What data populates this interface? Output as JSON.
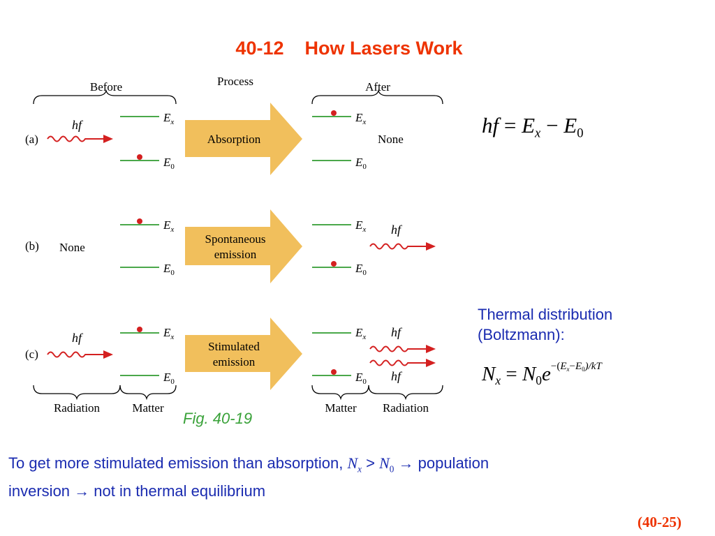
{
  "title": "40-12    How Lasers Work",
  "figure": {
    "headers": {
      "before": "Before",
      "process": "Process",
      "after": "After"
    },
    "rows": [
      {
        "tag": "(a)",
        "before_text": "hf",
        "process": [
          "Absorption"
        ],
        "after_text": "None"
      },
      {
        "tag": "(b)",
        "before_text": "None",
        "process": [
          "Spontaneous",
          "emission"
        ],
        "after_text": "hf"
      },
      {
        "tag": "(c)",
        "before_text": "hf",
        "process": [
          "Stimulated",
          "emission"
        ],
        "after_text": [
          "hf",
          "hf"
        ]
      }
    ],
    "level_labels": {
      "upper": "E",
      "upper_sub": "x",
      "lower": "E",
      "lower_sub": "0"
    },
    "footer_labels": {
      "left_radiation": "Radiation",
      "left_matter": "Matter",
      "right_matter": "Matter",
      "right_radiation": "Radiation"
    },
    "colors": {
      "arrow": "#f1bf5c",
      "level": "#4aa84a",
      "electron": "#d42020",
      "photon": "#d42020"
    }
  },
  "caption": "Fig. 40-19",
  "equations": {
    "absorption": {
      "lhs": "hf",
      "eq": "=",
      "t1": "E",
      "t1_sub": "x",
      "minus": "−",
      "t2": "E",
      "t2_sub": "0"
    },
    "boltzmann": {
      "lhs": "N",
      "lhs_sub": "x",
      "eq": "=",
      "rhs": "N",
      "rhs_sub": "0",
      "base": "e",
      "exp_open": "−(",
      "exp_e1": "E",
      "exp_e1_sub": "x",
      "exp_minus": "−",
      "exp_e2": "E",
      "exp_e2_sub": "0",
      "exp_close": ")/kT"
    }
  },
  "thermal_label": {
    "line1": "Thermal distribution",
    "line2": "(Boltzmann):"
  },
  "bottom_text": {
    "part1": "To get more stimulated emission than absorption, ",
    "nx": "N",
    "nx_sub": "x",
    "gt": " > ",
    "n0": "N",
    "n0_sub": "0",
    "part2": " → population",
    "line2": "inversion → not in thermal equilibrium"
  },
  "slide_number": "(40-25)"
}
